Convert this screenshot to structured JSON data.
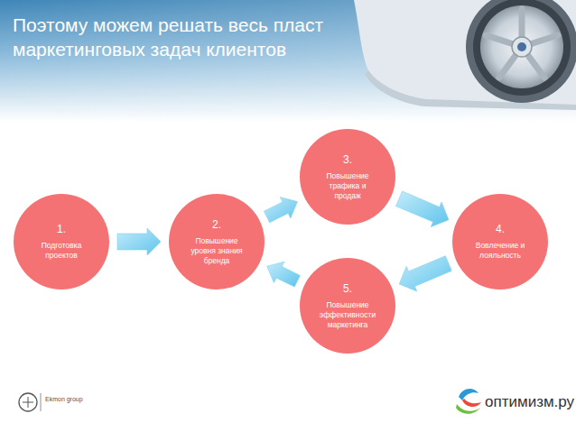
{
  "diagram": {
    "title": "Поэтому можем решать весь пласт маркетинговых задач клиентов",
    "nodes": [
      {
        "text": [
          "1.",
          "Подготовка проектов"
        ]
      },
      {
        "text": [
          "2.",
          "Повышение уровня знания бренда"
        ]
      },
      {
        "text": [
          "3.",
          "Повышение трафика и продаж"
        ]
      },
      {
        "text": [
          "4.",
          "Вовлечение и лояльность"
        ]
      },
      {
        "text": [
          "5.",
          "Повышение эффективности маркетинга"
        ]
      }
    ],
    "edges": [
      {
        "from": 0,
        "to": 1,
        "arrow": "to"
      },
      {
        "from": 1,
        "to": 2,
        "arrow": "to"
      },
      {
        "from": 2,
        "to": 3,
        "arrow": "to"
      },
      {
        "from": 3,
        "to": 4,
        "arrow": "to"
      },
      {
        "from": 4,
        "to": 1,
        "arrow": "to"
      }
    ],
    "labels": [
      "Ekmon group",
      "оптимизм.ру"
    ]
  }
}
